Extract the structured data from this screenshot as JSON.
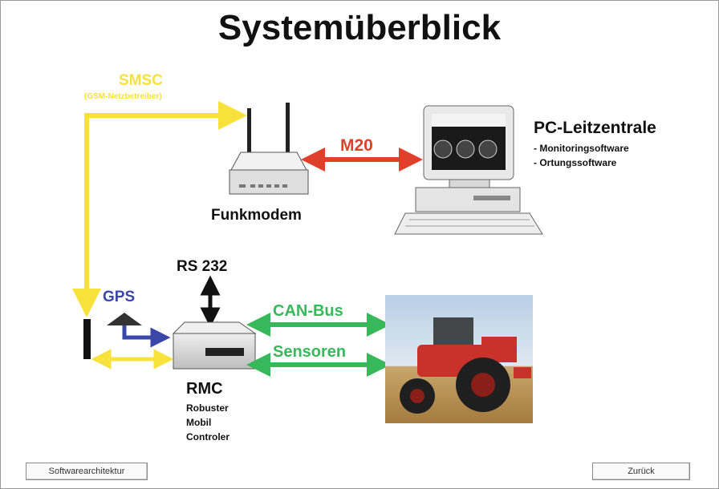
{
  "title": "Systemüberblick",
  "smsc": {
    "label": "SMSC",
    "sub": "(GSM-Netzbetreiber)"
  },
  "link_m20": "M20",
  "pc": {
    "title": "PC-Leitzentrale",
    "items": [
      "- Monitoringsoftware",
      "- Ortungssoftware"
    ]
  },
  "funkmodem": "Funkmodem",
  "rs232": "RS 232",
  "gps": "GPS",
  "can_bus": "CAN-Bus",
  "sensoren": "Sensoren",
  "rmc": {
    "title": "RMC",
    "lines": [
      "Robuster",
      "Mobil",
      "Controler"
    ]
  },
  "nav": {
    "left": "Softwarearchitektur",
    "right": "Zurück"
  },
  "colors": {
    "yellow": "#f7e13a",
    "red": "#e0402a",
    "green": "#37b85a",
    "blue": "#3a47a8",
    "black": "#111111"
  },
  "icons": [
    "antenna-icon",
    "modem-icon",
    "pc-icon",
    "rmc-box-icon",
    "tractor-image",
    "gps-antenna-icon"
  ]
}
